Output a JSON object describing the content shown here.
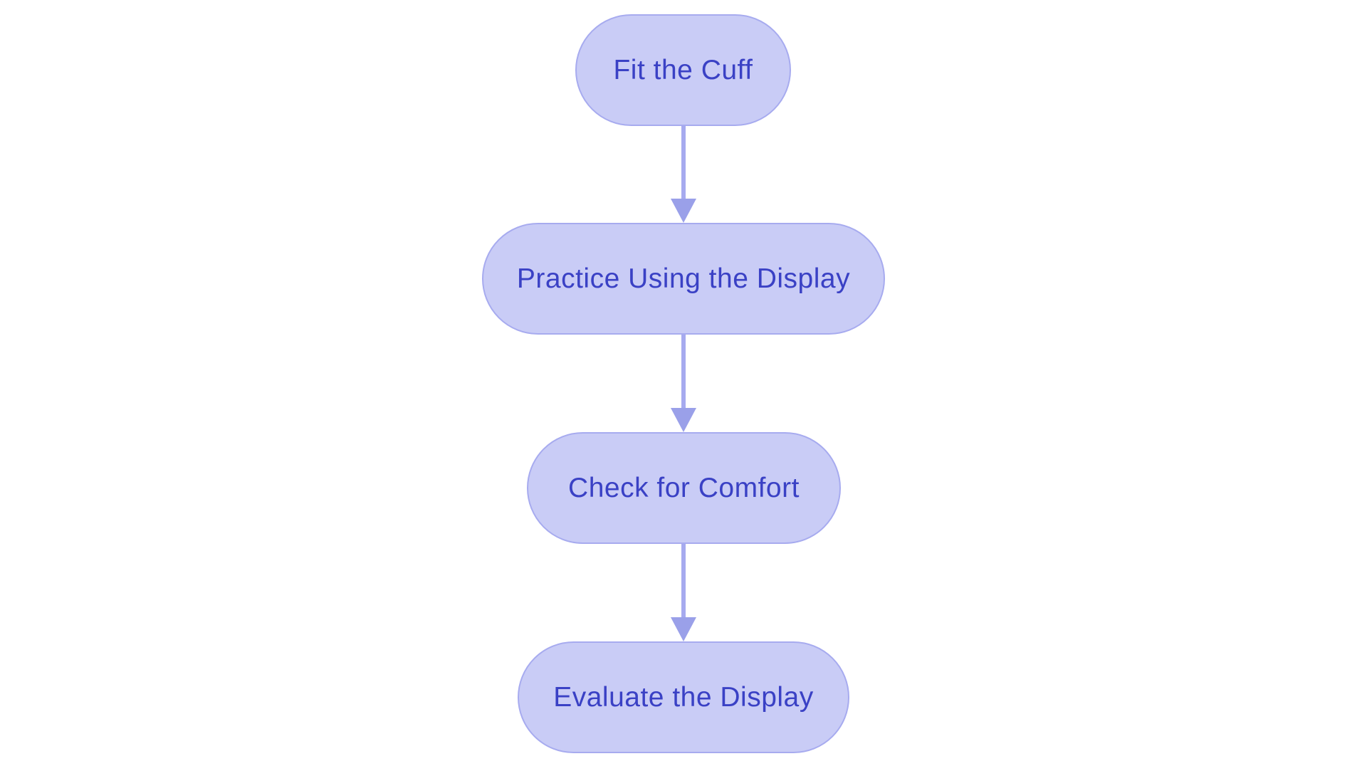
{
  "diagram": {
    "type": "flowchart",
    "direction": "top-down",
    "nodes": [
      {
        "id": "n1",
        "shape": "rounded-pill",
        "label": "Fit the Cuff"
      },
      {
        "id": "n2",
        "shape": "rounded-pill",
        "label": "Practice Using the Display"
      },
      {
        "id": "n3",
        "shape": "rounded-pill",
        "label": "Check for Comfort"
      },
      {
        "id": "n4",
        "shape": "rounded-pill",
        "label": "Evaluate the Display"
      }
    ],
    "edges": [
      {
        "from": "n1",
        "to": "n2",
        "style": "arrow-down"
      },
      {
        "from": "n2",
        "to": "n3",
        "style": "arrow-down"
      },
      {
        "from": "n3",
        "to": "n4",
        "style": "arrow-down"
      }
    ]
  },
  "palette": {
    "background": "#ffffff",
    "node-fill": "#c9ccf6",
    "node-border": "#a7abef",
    "node-text": "#3a41c5",
    "arrow-line": "#a6aaef",
    "arrow-head": "#9aa0e9"
  }
}
